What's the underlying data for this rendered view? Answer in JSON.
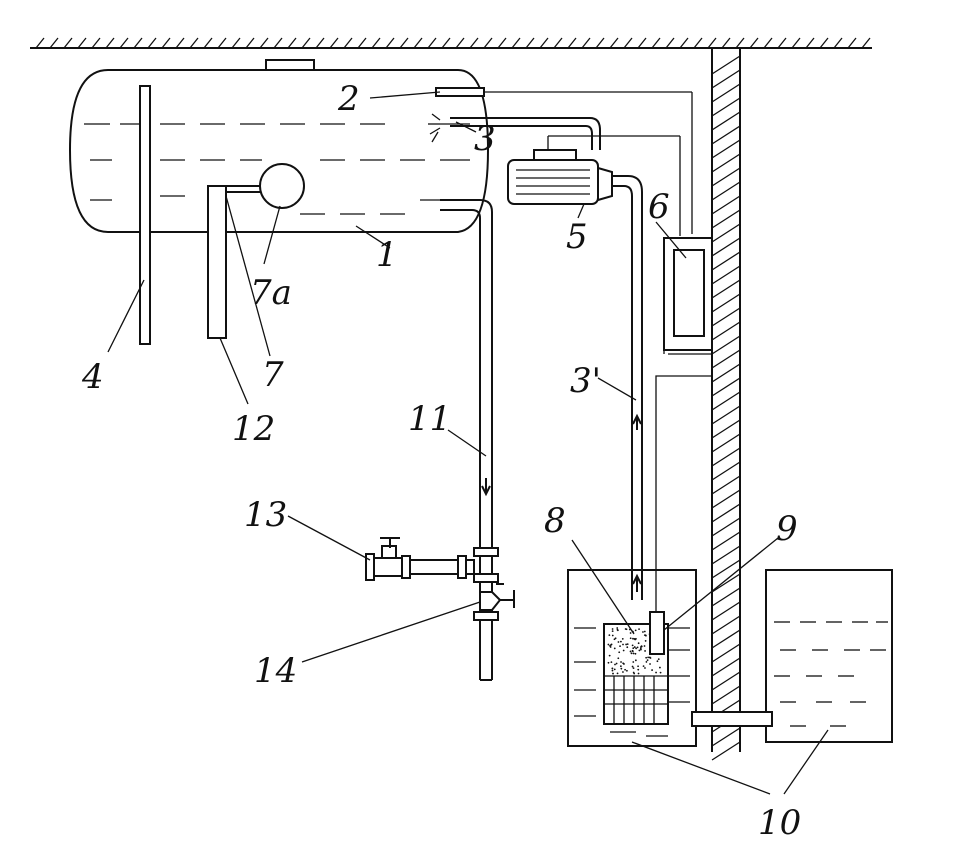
{
  "diagram": {
    "colors": {
      "ink": "#111111",
      "background": "#ffffff"
    },
    "labels": {
      "tank": "1",
      "sensor_top": "2",
      "return_outlet": "3",
      "return_pipe": "3'",
      "level_gauge": "4",
      "pump": "5",
      "controller": "6",
      "float_arm": "7",
      "float_ball": "7a",
      "filter": "8",
      "level_switch": "9",
      "water_tanks": "10",
      "supply_pipe": "11",
      "overflow_pipe": "12",
      "faucet": "13",
      "drain_valve": "14"
    }
  }
}
